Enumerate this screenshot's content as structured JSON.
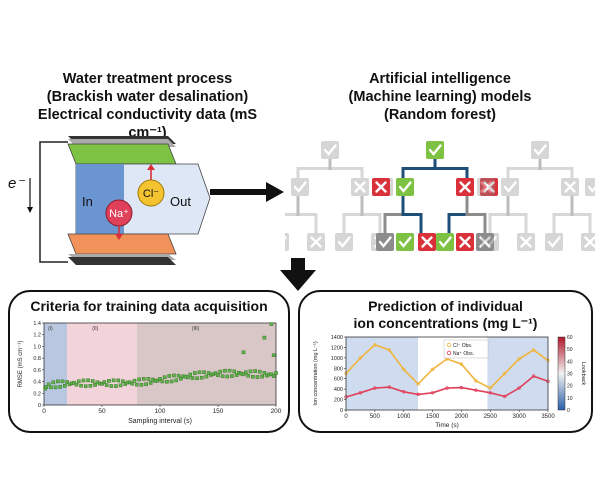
{
  "left_header": {
    "line1": "Water treatment process",
    "line2": "(Brackish water desalination)",
    "line3": "Electrical conductivity data (mS cm⁻¹)"
  },
  "right_header": {
    "line1": "Artificial intelligence",
    "line2": "(Machine learning) models",
    "line3": "(Random forest)"
  },
  "cell": {
    "electron": "e⁻",
    "in": "In",
    "out": "Out",
    "cl": "Cl⁻",
    "na": "Na⁺"
  },
  "colors": {
    "green": "#7dc242",
    "red": "#d9303a",
    "orange": "#f0925a",
    "blue": "#6a95d1",
    "gray": "#8c8c8c",
    "navy": "#1f4e79"
  },
  "tree": {
    "icons": [
      "check-icon",
      "cross-icon"
    ]
  },
  "bottom_left": {
    "title": "Criteria for training data acquisition",
    "regions": [
      "(I)",
      "(II)",
      "(III)"
    ],
    "xlabel": "Sampling interval (s)",
    "ylabel": "RMSE (mS cm⁻¹)"
  },
  "bottom_right": {
    "title_line1": "Prediction of individual",
    "title_line2": "ion concentrations (mg L⁻¹)",
    "xlabel": "Time (s)",
    "ylabel": "Ion concentration (mg L⁻¹)",
    "legend": [
      "Cl⁻ Obs.",
      "Na⁺ Obs."
    ],
    "colorbar_label": "Lookback"
  },
  "chart_data": [
    {
      "type": "scatter",
      "title": "Criteria for training data acquisition",
      "xlabel": "Sampling interval (s)",
      "ylabel": "RMSE (mS cm⁻¹)",
      "xlim": [
        0,
        200
      ],
      "ylim": [
        0,
        1.4
      ],
      "xticks": [
        "0",
        "50",
        "100",
        "150",
        "200"
      ],
      "yticks": [
        "0",
        "0.2",
        "0.4",
        "0.6",
        "0.8",
        "1.0",
        "1.2",
        "1.4"
      ],
      "regions": [
        {
          "label": "(I)",
          "x": [
            0,
            20
          ]
        },
        {
          "label": "(II)",
          "x": [
            20,
            80
          ]
        },
        {
          "label": "(III)",
          "x": [
            80,
            200
          ]
        }
      ],
      "outliers": [
        [
          190,
          1.15
        ],
        [
          196,
          1.38
        ],
        [
          198,
          0.85
        ],
        [
          172,
          0.9
        ]
      ]
    },
    {
      "type": "line",
      "title": "Prediction of individual ion concentrations (mg L⁻¹)",
      "xlabel": "Time (s)",
      "ylabel": "Ion concentration (mg L⁻¹)",
      "xlim": [
        0,
        3500
      ],
      "ylim": [
        0,
        1400
      ],
      "xticks": [
        "0",
        "500",
        "1000",
        "1500",
        "2000",
        "2500",
        "3000",
        "3500"
      ],
      "yticks": [
        "0",
        "200",
        "400",
        "600",
        "800",
        "1000",
        "1200",
        "1400"
      ],
      "series": [
        {
          "name": "Cl⁻ Obs.",
          "x": [
            0,
            250,
            500,
            750,
            1000,
            1250,
            1500,
            1750,
            2000,
            2250,
            2500,
            2750,
            3000,
            3250,
            3500
          ],
          "values": [
            700,
            1000,
            1250,
            1150,
            780,
            500,
            780,
            980,
            880,
            560,
            420,
            700,
            980,
            1150,
            950
          ]
        },
        {
          "name": "Na⁺ Obs.",
          "x": [
            0,
            250,
            500,
            750,
            1000,
            1250,
            1500,
            1750,
            2000,
            2250,
            2500,
            2750,
            3000,
            3250,
            3500
          ],
          "values": [
            250,
            330,
            420,
            440,
            350,
            300,
            330,
            420,
            430,
            380,
            330,
            260,
            420,
            650,
            550
          ]
        }
      ],
      "colorbar": {
        "label": "Lookback",
        "ticks": [
          "0",
          "10",
          "20",
          "30",
          "40",
          "50",
          "60"
        ]
      }
    }
  ]
}
